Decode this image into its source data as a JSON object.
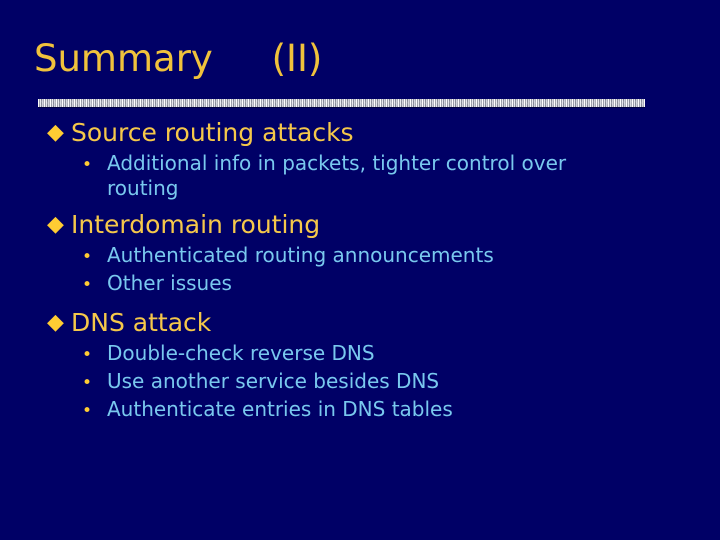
{
  "slide": {
    "title": "Summary     (II)",
    "colors": {
      "background": "#000066",
      "title_text": "#F0C23C",
      "level1_text": "#F5C84A",
      "level1_marker": "#FFCC33",
      "level2_text": "#79C8EE",
      "level2_marker": "#FFCC33",
      "divider": "#D6D8E0"
    },
    "markers": {
      "level1": "◆",
      "level2": "•"
    },
    "groups": [
      {
        "heading": "Source routing attacks",
        "items": [
          "Additional info in packets, tighter control over routing"
        ]
      },
      {
        "heading": "Interdomain routing",
        "items": [
          "Authenticated routing announcements",
          "Other issues"
        ]
      },
      {
        "heading": "DNS attack",
        "items": [
          "Double-check reverse DNS",
          "Use another service besides DNS",
          "Authenticate entries in DNS tables"
        ]
      }
    ]
  }
}
